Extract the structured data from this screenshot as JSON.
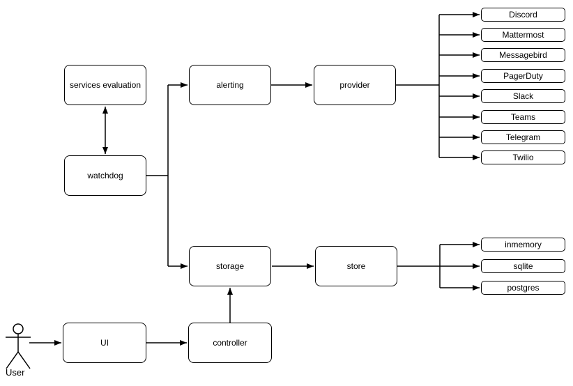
{
  "diagram": {
    "nodes": {
      "services_evaluation": "services evaluation",
      "watchdog": "watchdog",
      "alerting": "alerting",
      "provider": "provider",
      "storage": "storage",
      "store": "store",
      "ui": "UI",
      "controller": "controller"
    },
    "providers": [
      "Discord",
      "Mattermost",
      "Messagebird",
      "PagerDuty",
      "Slack",
      "Teams",
      "Telegram",
      "Twilio"
    ],
    "stores": [
      "inmemory",
      "sqlite",
      "postgres"
    ],
    "actor_label": "User",
    "colors": {
      "stroke": "#000000",
      "fill": "#ffffff",
      "background": "#ffffff",
      "text": "#000000"
    }
  }
}
